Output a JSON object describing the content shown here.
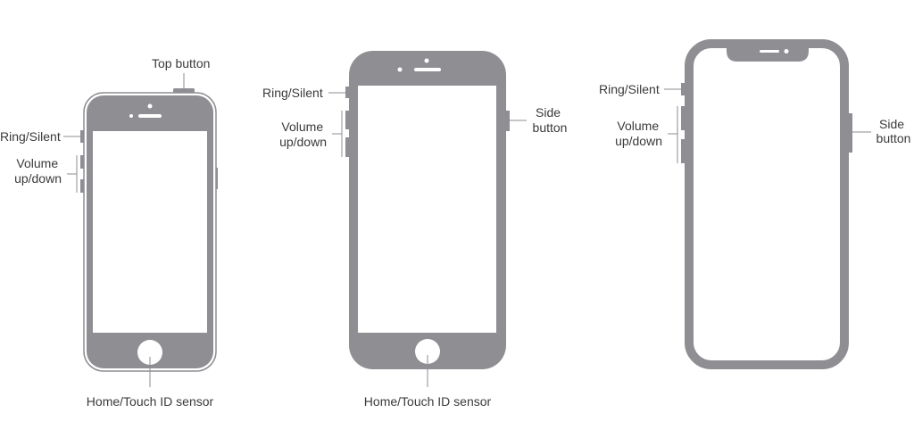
{
  "colors": {
    "device_gray": "#8e8e93",
    "outline_gray": "#8e8e93",
    "screen": "#ffffff",
    "leader_line": "#8e8e93",
    "text": "#3a3a3c"
  },
  "devices": [
    {
      "id": "iphone-se",
      "labels": {
        "top_button": "Top button",
        "ring_silent": "Ring/Silent",
        "volume_line1": "Volume",
        "volume_line2": "up/down",
        "home_sensor": "Home/Touch ID sensor"
      }
    },
    {
      "id": "iphone-8",
      "labels": {
        "ring_silent": "Ring/Silent",
        "volume_line1": "Volume",
        "volume_line2": "up/down",
        "side_button_line1": "Side",
        "side_button_line2": "button",
        "home_sensor": "Home/Touch ID sensor"
      }
    },
    {
      "id": "iphone-x",
      "labels": {
        "ring_silent": "Ring/Silent",
        "volume_line1": "Volume",
        "volume_line2": "up/down",
        "side_button_line1": "Side",
        "side_button_line2": "button"
      }
    }
  ]
}
